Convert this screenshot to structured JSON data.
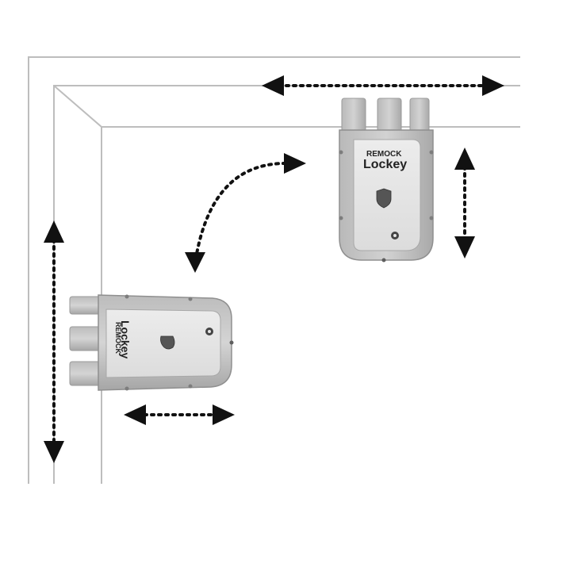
{
  "diagram": {
    "lock_top": {
      "brand_line1": "REMOCK",
      "brand_line2": "Lockey"
    },
    "lock_side": {
      "brand_line1": "REMOCK",
      "brand_line2": "Lockey"
    }
  },
  "colors": {
    "frame_line": "#bdbdbd",
    "lock_body": "#c8c8c8",
    "lock_face": "#e6e6e6",
    "lock_edge": "#9a9a9a",
    "arrow": "#111111"
  },
  "icons": [
    "shield-icon",
    "horseshoe-logo-icon",
    "double-arrow-icon",
    "curved-arrow-icon"
  ]
}
